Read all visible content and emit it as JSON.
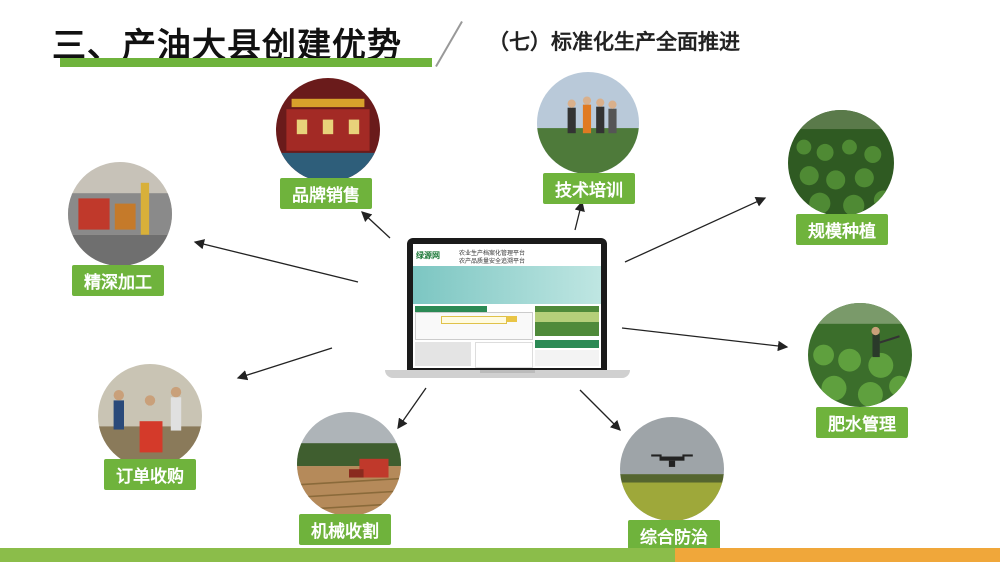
{
  "header": {
    "title": "三、产油大县创建优势",
    "subtitle": "（七）标准化生产全面推进"
  },
  "nodes": {
    "brand_sales": "品牌销售",
    "tech_training": "技术培训",
    "scale_planting": "规模种植",
    "deep_processing": "精深加工",
    "fertilizer_water": "肥水管理",
    "order_purchase": "订单收购",
    "mechanical_harvest": "机械收割",
    "integrated_control": "综合防治"
  },
  "laptop_screen": {
    "logo": "绿源网",
    "platform_title_1": "农业生产档案化管理平台",
    "platform_title_2": "农产品质量安全追溯平台"
  },
  "colors": {
    "accent_green": "#6fb33c",
    "footer_green": "#8bbd4a",
    "footer_orange": "#f0a73a"
  }
}
